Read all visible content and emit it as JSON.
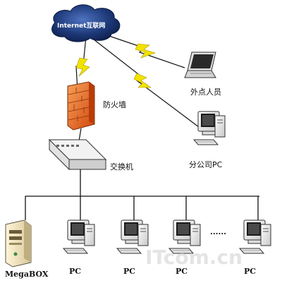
{
  "cloud": {
    "label": "Internet互联网"
  },
  "remote_user": {
    "label": "外点人员"
  },
  "firewall": {
    "label": "防火墙"
  },
  "switch": {
    "label": "交换机"
  },
  "branch": {
    "label": "分公司PC"
  },
  "megabox": {
    "label": "MegaBOX"
  },
  "pcs": [
    {
      "label": "PC"
    },
    {
      "label": "PC"
    },
    {
      "label": "PC"
    },
    {
      "label": "PC"
    }
  ],
  "ellipsis": "......",
  "watermark": "ITcom.cn",
  "colors": {
    "cloud": "#1e3a7a",
    "firewall": "#e8611a",
    "lightning": "#f2e200",
    "line": "#111111"
  }
}
